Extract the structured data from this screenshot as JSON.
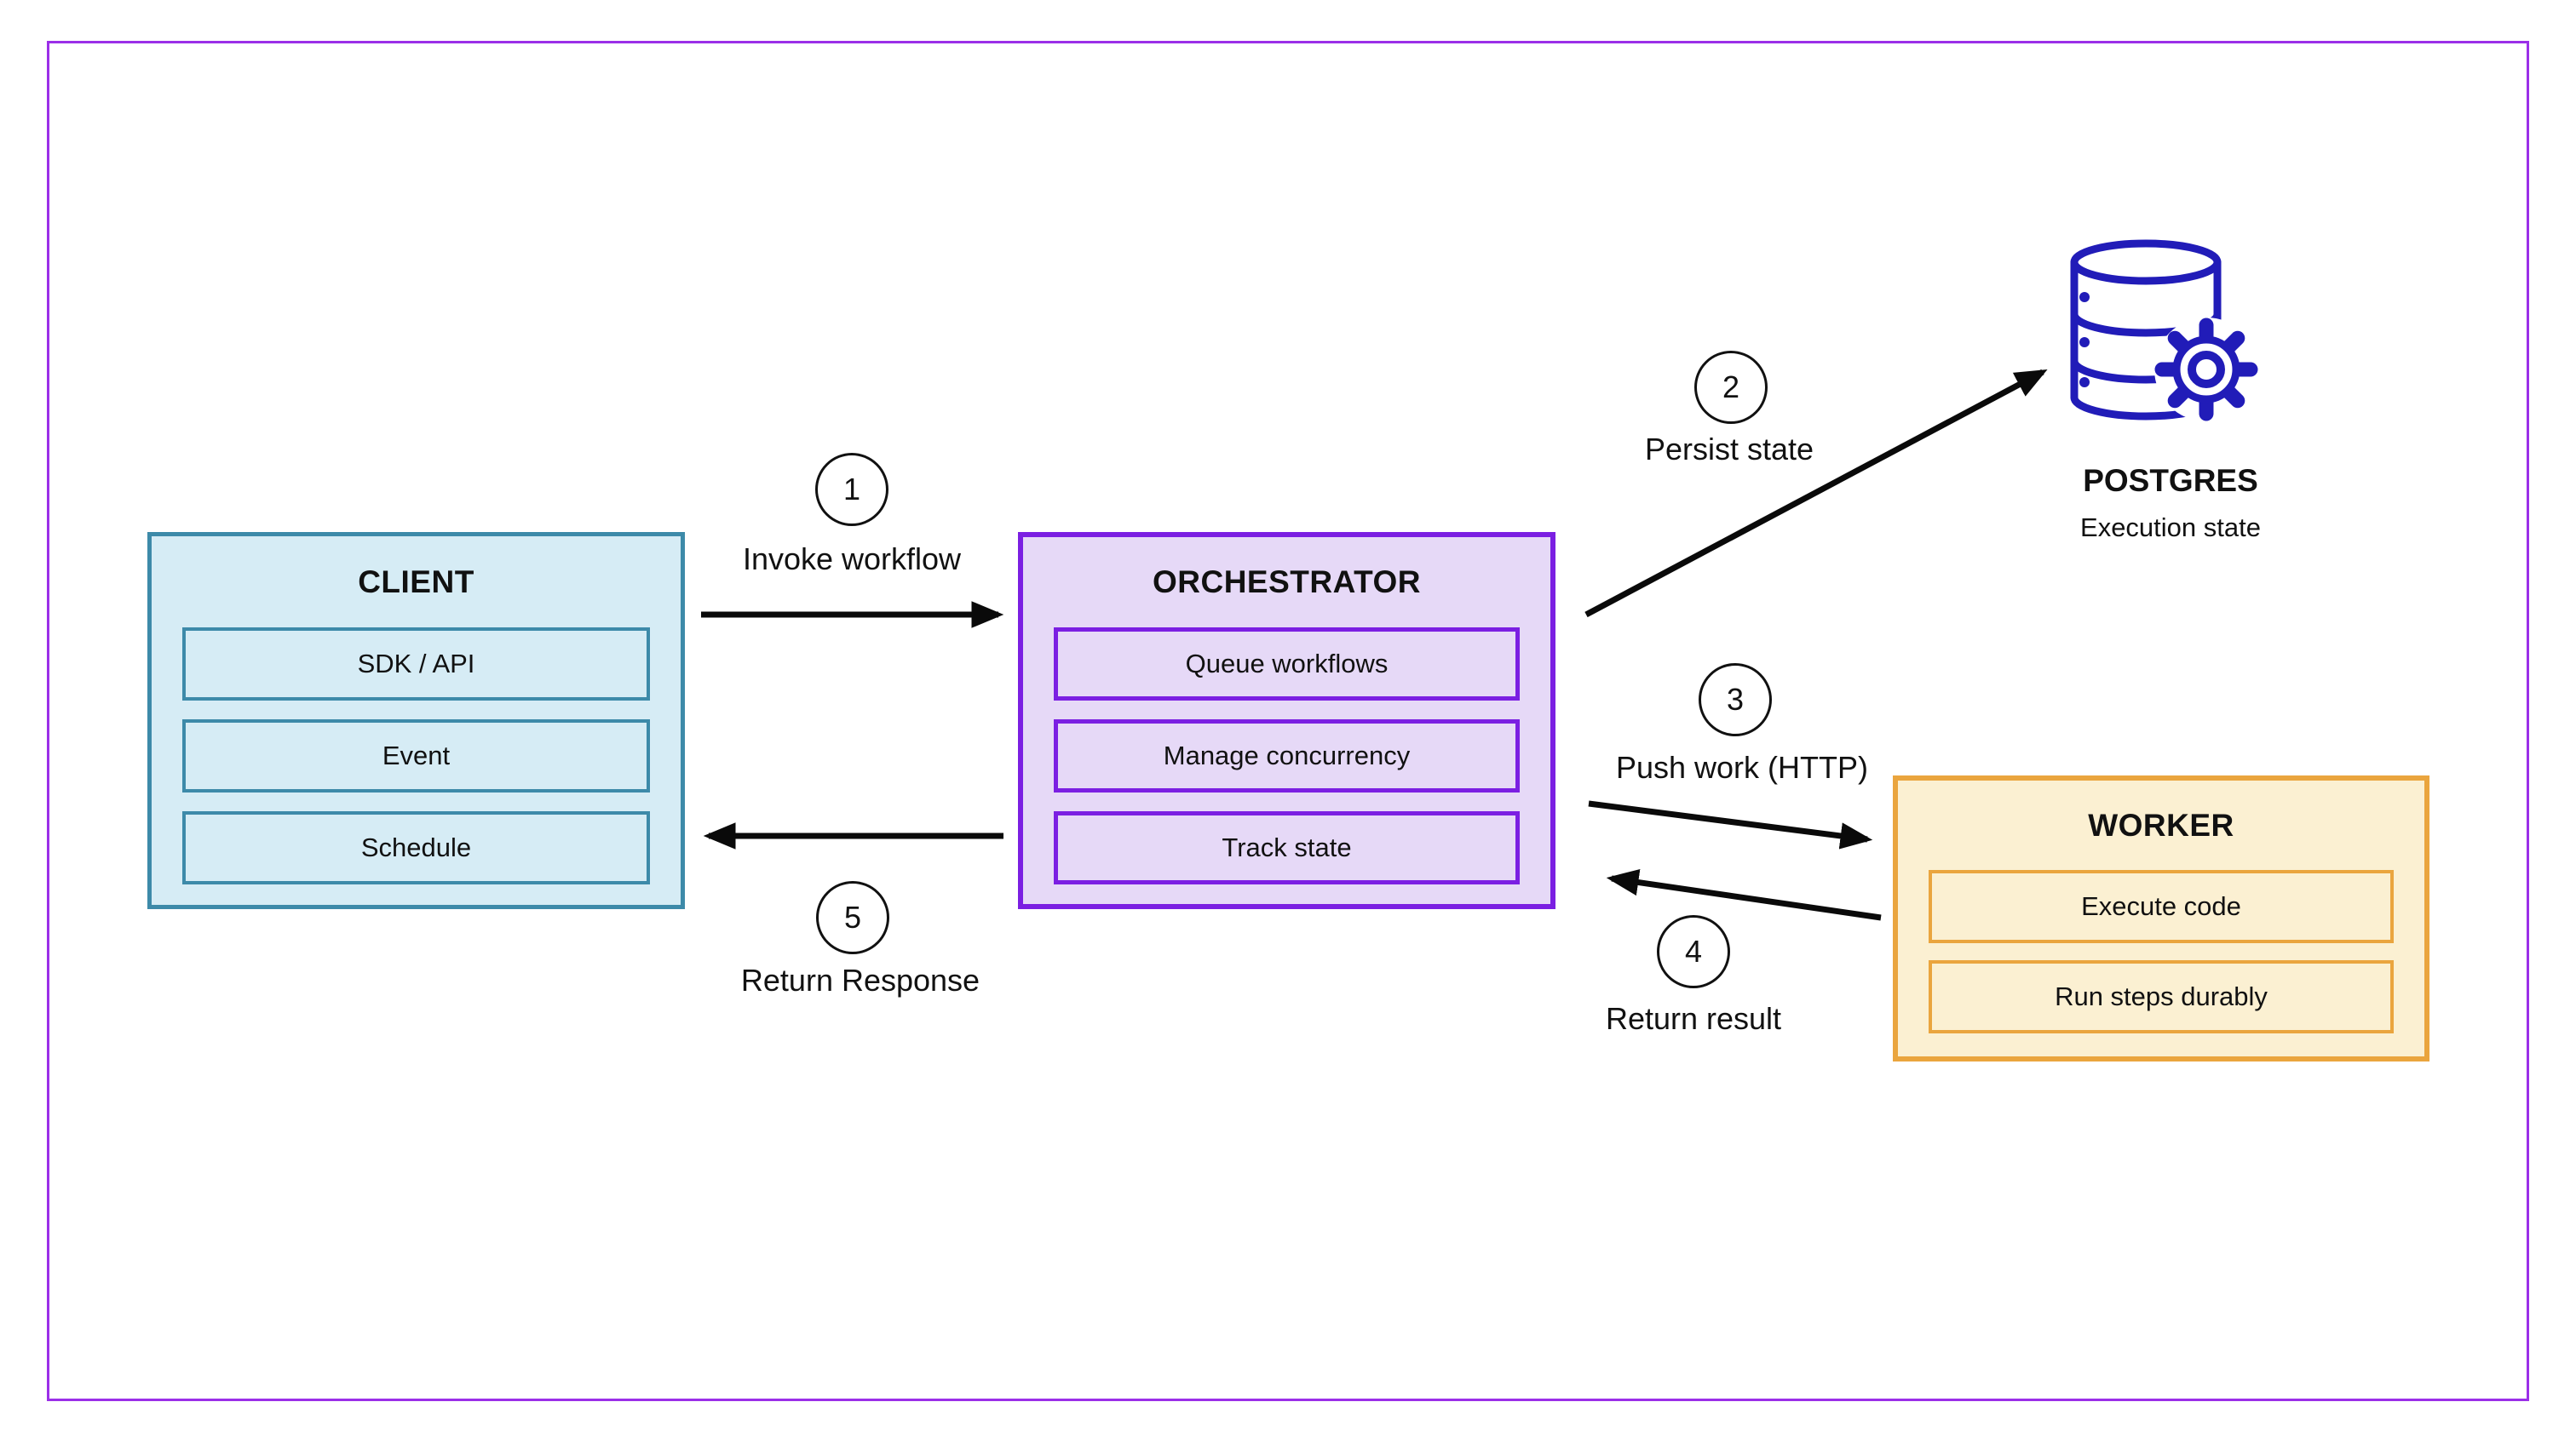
{
  "canvas": {
    "background": "#ffffff",
    "frame_color": "#9b2fe8",
    "arrow_color": "#0a0a0a"
  },
  "boxes": {
    "client": {
      "title": "CLIENT",
      "fill": "#d6ecf5",
      "border": "#3d8aa9",
      "items": [
        "SDK / API",
        "Event",
        "Schedule"
      ]
    },
    "orchestrator": {
      "title": "ORCHESTRATOR",
      "fill": "#e6d9f7",
      "border": "#7b1fe2",
      "items": [
        "Queue workflows",
        "Manage concurrency",
        "Track state"
      ]
    },
    "worker": {
      "title": "WORKER",
      "fill": "#fbf0d2",
      "border": "#eaa53e",
      "items": [
        "Execute code",
        "Run steps durably"
      ]
    }
  },
  "database": {
    "title": "POSTGRES",
    "subtitle": "Execution state",
    "icon": "database-gear-icon",
    "icon_color": "#211cb8"
  },
  "flows": [
    {
      "number": "1",
      "label": "Invoke workflow",
      "from": "client",
      "to": "orchestrator"
    },
    {
      "number": "2",
      "label": "Persist state",
      "from": "orchestrator",
      "to": "postgres"
    },
    {
      "number": "3",
      "label": "Push work (HTTP)",
      "from": "orchestrator",
      "to": "worker"
    },
    {
      "number": "4",
      "label": "Return result",
      "from": "worker",
      "to": "orchestrator"
    },
    {
      "number": "5",
      "label": "Return Response",
      "from": "orchestrator",
      "to": "client"
    }
  ]
}
